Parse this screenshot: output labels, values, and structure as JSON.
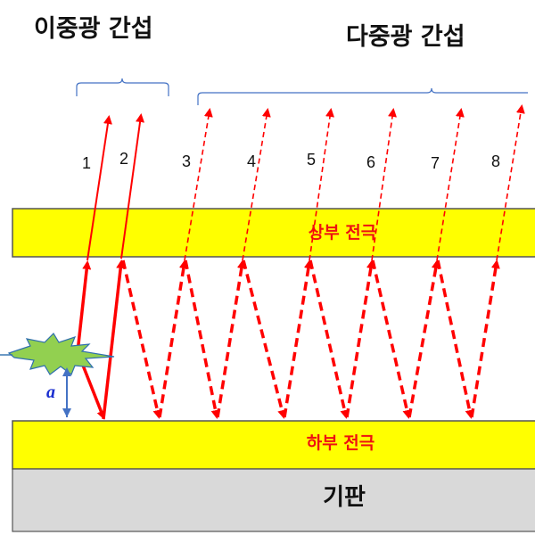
{
  "titles": {
    "two_beam": "이중광 간섭",
    "multi_beam": "다중광 간섭"
  },
  "layers": {
    "top_electrode": "상부 전극",
    "bottom_electrode": "하부 전극",
    "substrate": "기판"
  },
  "ray_numbers": [
    "1",
    "2",
    "3",
    "4",
    "5",
    "6",
    "7",
    "8"
  ],
  "distance_label": "a",
  "colors": {
    "electrode": "#ffff00",
    "electrode_border": "#555555",
    "substrate": "#d9d9d9",
    "ray": "#ff0000",
    "bracket": "#4472c4",
    "dimension": "#4472c4",
    "emitter_fill": "#92d050",
    "emitter_stroke": "#2f6fae",
    "label_red": "#ee1111"
  },
  "icons": {
    "emitter": "starburst-icon"
  }
}
